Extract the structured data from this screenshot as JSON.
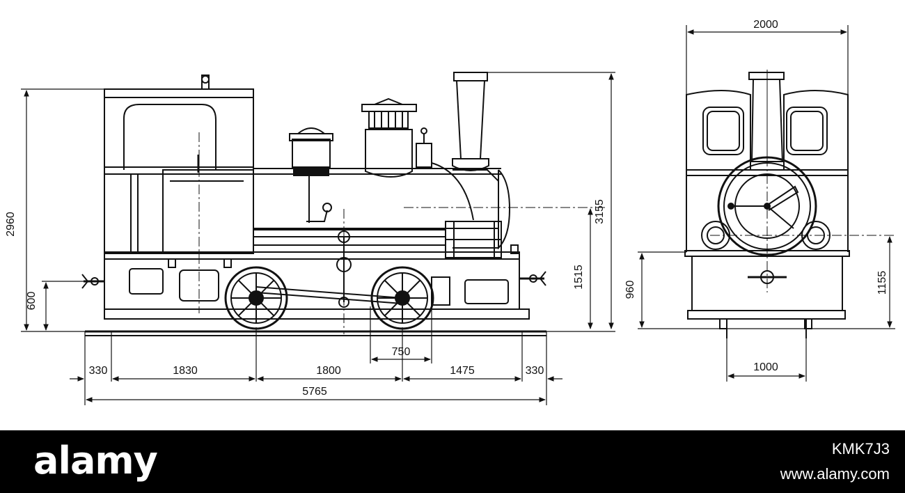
{
  "dimensions": {
    "side_view": {
      "height_cab": "2960",
      "height_chimney": "3155",
      "height_buffer": "600",
      "height_boiler_axis": "1515",
      "length_overall": "5765",
      "overhang_front": "330",
      "cab_to_axle": "1830",
      "wheelbase": "1800",
      "axle_to_buffer": "1475",
      "overhang_rear": "330",
      "wheel_diameter": "750"
    },
    "front_view": {
      "width": "2000",
      "height_platform": "960",
      "height_axis": "1155",
      "gauge": "1000"
    }
  },
  "watermark": {
    "brand": "alamy",
    "image_id": "KMK7J3",
    "site": "www.alamy.com"
  }
}
